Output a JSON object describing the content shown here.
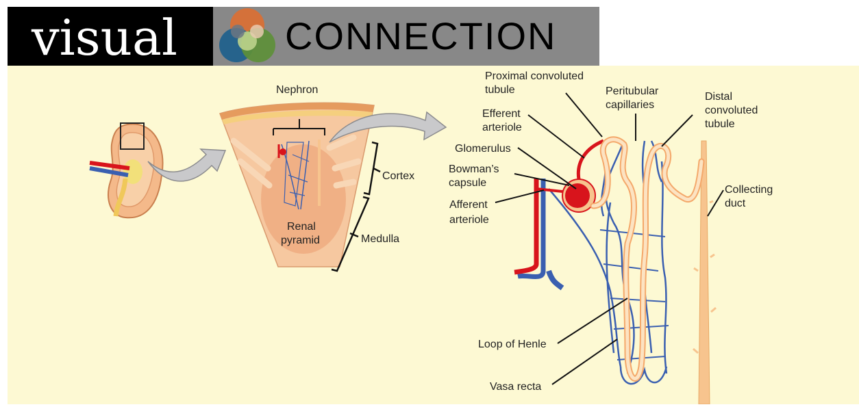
{
  "banner": {
    "word1": "visual",
    "word2": "CONNECTION"
  },
  "labels": {
    "nephron": "Nephron",
    "cortex": "Cortex",
    "medulla": "Medulla",
    "renal_pyramid_1": "Renal",
    "renal_pyramid_2": "pyramid",
    "proximal_1": "Proximal convoluted",
    "proximal_2": "tubule",
    "peritubular_1": "Peritubular",
    "peritubular_2": "capillaries",
    "distal_1": "Distal",
    "distal_2": "convoluted",
    "distal_3": "tubule",
    "efferent_1": "Efferent",
    "efferent_2": "arteriole",
    "glomerulus": "Glomerulus",
    "bowman_1": "Bowman’s",
    "bowman_2": "capsule",
    "afferent_1": "Afferent",
    "afferent_2": "arteriole",
    "collecting_1": "Collecting",
    "collecting_2": "duct",
    "loop": "Loop of Henle",
    "vasa": "Vasa recta"
  },
  "colors": {
    "panel": "#fdf9d3",
    "artery": "#d8141c",
    "vein": "#3a5fb0",
    "tubule": "#f7c48e",
    "banner_orange": "#d4713a",
    "banner_blue": "#1d5f8c",
    "banner_green": "#7bb33c"
  }
}
